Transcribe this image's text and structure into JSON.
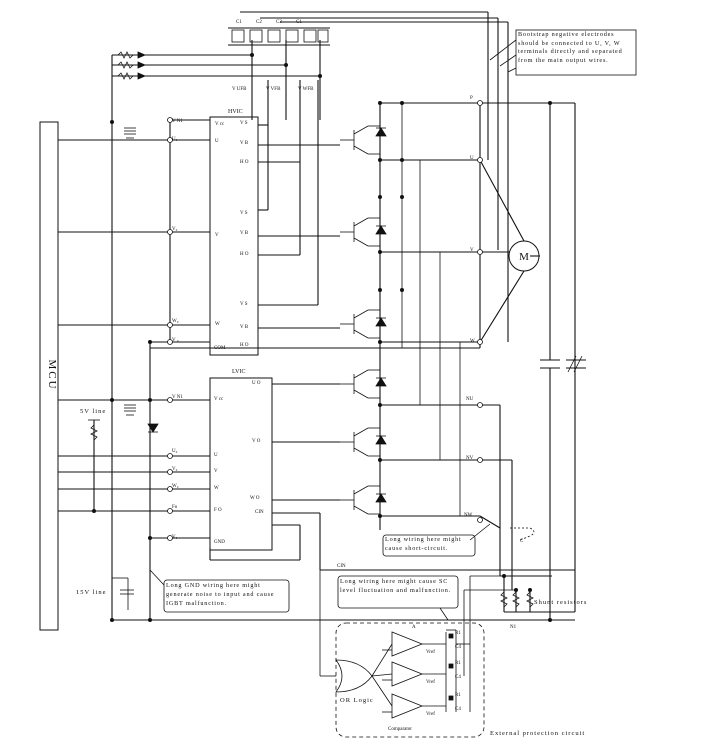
{
  "labels": {
    "mcu": "MCU",
    "hvic": "HVIC",
    "lvic": "LVIC",
    "motor": "M",
    "comparator": "Comparator",
    "or_logic": "OR Logic",
    "external_protection": "External protection circuit",
    "shunt_resistors": "Shunt resistors",
    "cin": "CIN",
    "vref": "Vref",
    "v15_line": "15V line",
    "v5_line": "5V line",
    "n1": "N1",
    "a": "A",
    "c": "C",
    "r1": "R1",
    "c4": "C4"
  },
  "pins": {
    "hvic_left": [
      "V cc",
      "U",
      "V",
      "W",
      "COM"
    ],
    "hvic_left_labels": [
      "V ₀",
      "U₀",
      "V₀",
      "W₀"
    ],
    "hvic_right": [
      "V S",
      "V B",
      "H O",
      "V S",
      "V B",
      "H O",
      "V S",
      "V B",
      "H O"
    ],
    "lvic_left": [
      "V cc",
      "U",
      "V",
      "W",
      "F O",
      "GND"
    ],
    "lvic_right": [
      "U O",
      "V O",
      "W O",
      "CIN"
    ],
    "mcu_side": [
      "V N1",
      "U₀",
      "V₀",
      "W₀",
      "Fo",
      "V₀"
    ],
    "vufb": [
      "V UFB",
      "V VFB",
      "V WFB"
    ],
    "output": [
      "P",
      "U",
      "V",
      "W",
      "NU",
      "NV",
      "NW"
    ],
    "caps": [
      "C1",
      "C2",
      "C3"
    ]
  },
  "callouts": {
    "bootstrap": "Bootstrap negative electrodes should be connected to U, V, W terminals directly and separated from the main output wires.",
    "short_circuit": "Long wiring here might cause short-circuit.",
    "gnd_noise": "Long GND wiring here might generate noise to input and cause IGBT malfunction.",
    "sc_level": "Long wiring here might cause SC level fluctuation and malfunction."
  }
}
